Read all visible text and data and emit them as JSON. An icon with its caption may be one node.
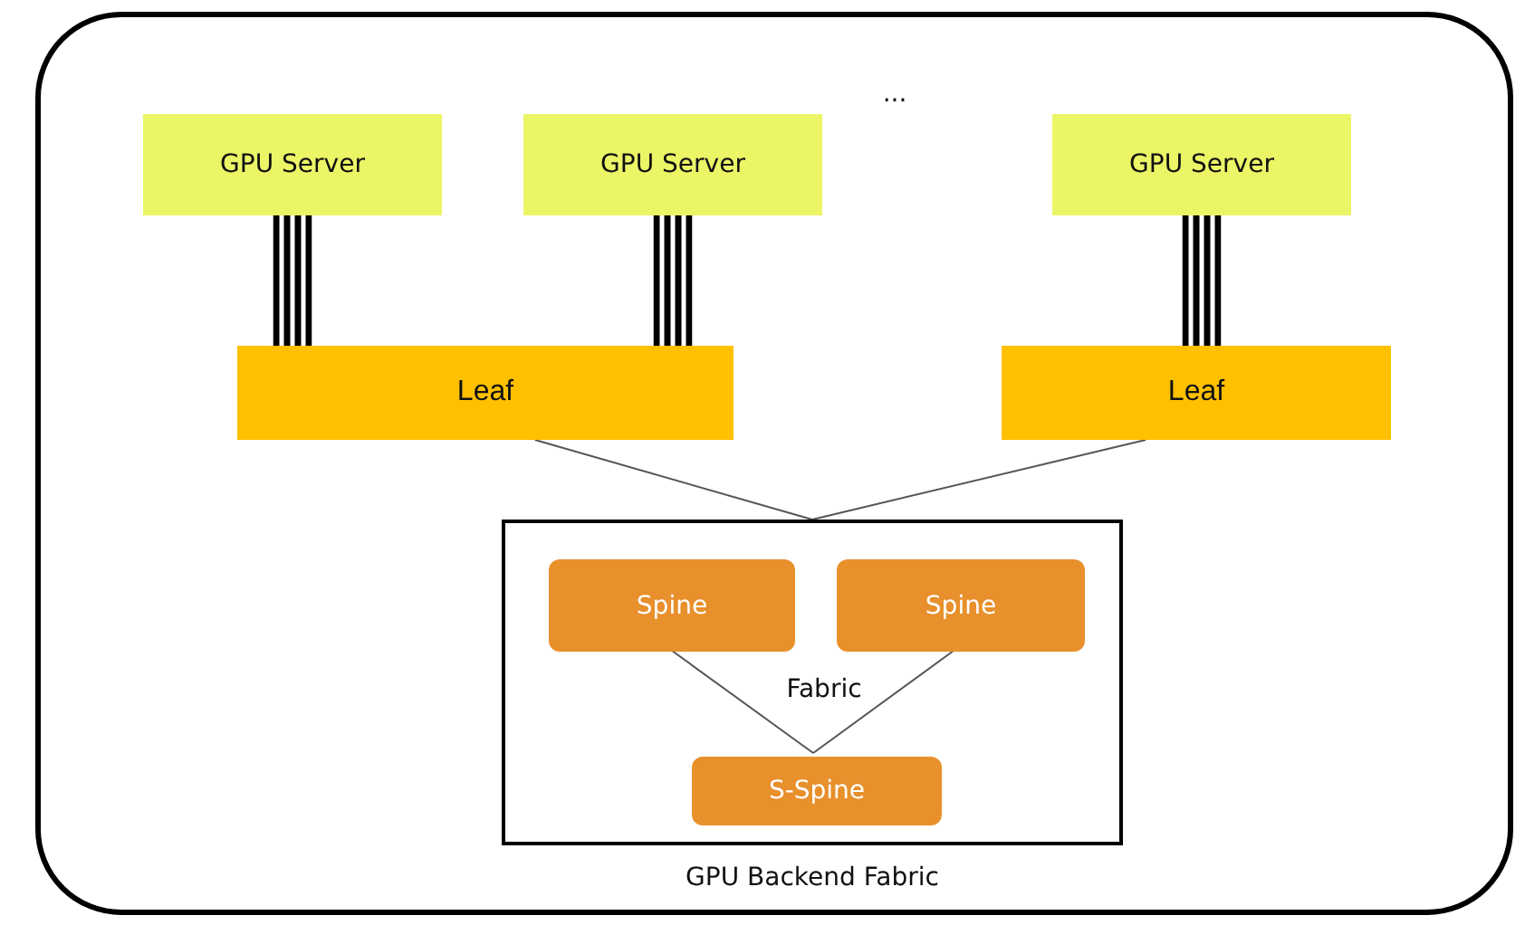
{
  "diagram": {
    "nodes": [
      {
        "text": [
          "GPU Server"
        ]
      },
      {
        "text": [
          "GPU Server"
        ]
      },
      {
        "text": [
          "GPU Server"
        ]
      },
      {
        "text": [
          "Leaf"
        ]
      },
      {
        "text": [
          "Leaf"
        ]
      },
      {
        "text": [
          "GPU Backend Fabric"
        ]
      },
      {
        "text": [
          "Spine"
        ],
        "in": 5
      },
      {
        "text": [
          "Spine"
        ],
        "in": 5
      },
      {
        "text": [
          "S-Spine"
        ],
        "in": 5
      }
    ],
    "edges": [
      {
        "from": 0,
        "to": 3,
        "arrow": "none",
        "style": "thick"
      },
      {
        "from": 1,
        "to": 3,
        "arrow": "none",
        "style": "thick"
      },
      {
        "from": 2,
        "to": 4,
        "arrow": "none",
        "style": "thick"
      },
      {
        "from": 3,
        "to": 5,
        "arrow": "none"
      },
      {
        "from": 4,
        "to": 5,
        "arrow": "none"
      },
      {
        "from": 6,
        "to": 8,
        "arrow": "none"
      },
      {
        "from": 7,
        "to": 8,
        "arrow": "none"
      }
    ],
    "labels": [
      "...",
      "Fabric"
    ]
  }
}
